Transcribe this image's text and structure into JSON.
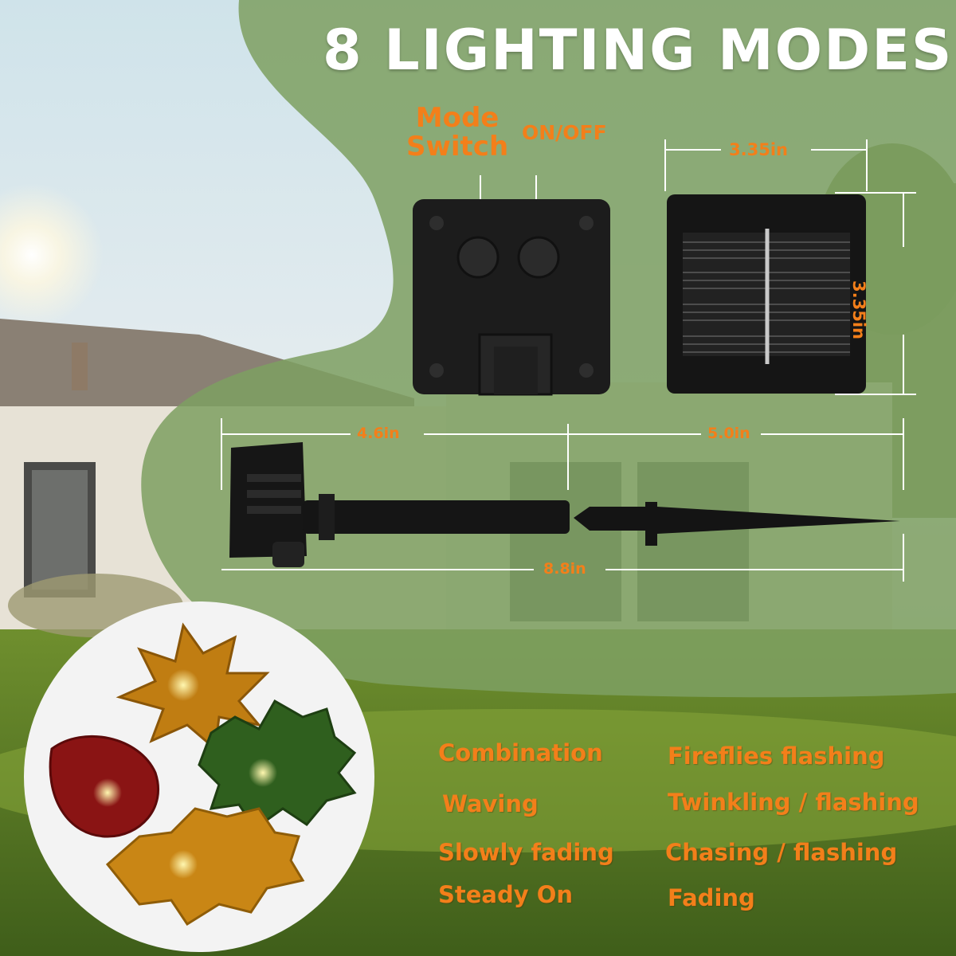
{
  "title": "8 LIGHTING MODES",
  "controller": {
    "mode_switch_label_line1": "Mode",
    "mode_switch_label_line2": "Switch",
    "power_label": "ON/OFF"
  },
  "dimensions": {
    "panel_width": "3.35in",
    "panel_height": "3.35in",
    "stake_upper": "4.6in",
    "stake_lower": "5.0in",
    "stake_total": "8.8in"
  },
  "modes_left": [
    "Combination",
    "Waving",
    "Slowly fading",
    "Steady On"
  ],
  "modes_right": [
    "Fireflies flashing",
    "Twinkling / flashing",
    "Chasing / flashing",
    "Fading"
  ],
  "colors": {
    "accent": "#f37f1a",
    "green_panel": "#7ea062",
    "title": "#ffffff"
  },
  "icons": [
    "solar-panel-icon",
    "controller-box-icon",
    "ground-stake-icon",
    "maple-leaf-light-icon"
  ]
}
